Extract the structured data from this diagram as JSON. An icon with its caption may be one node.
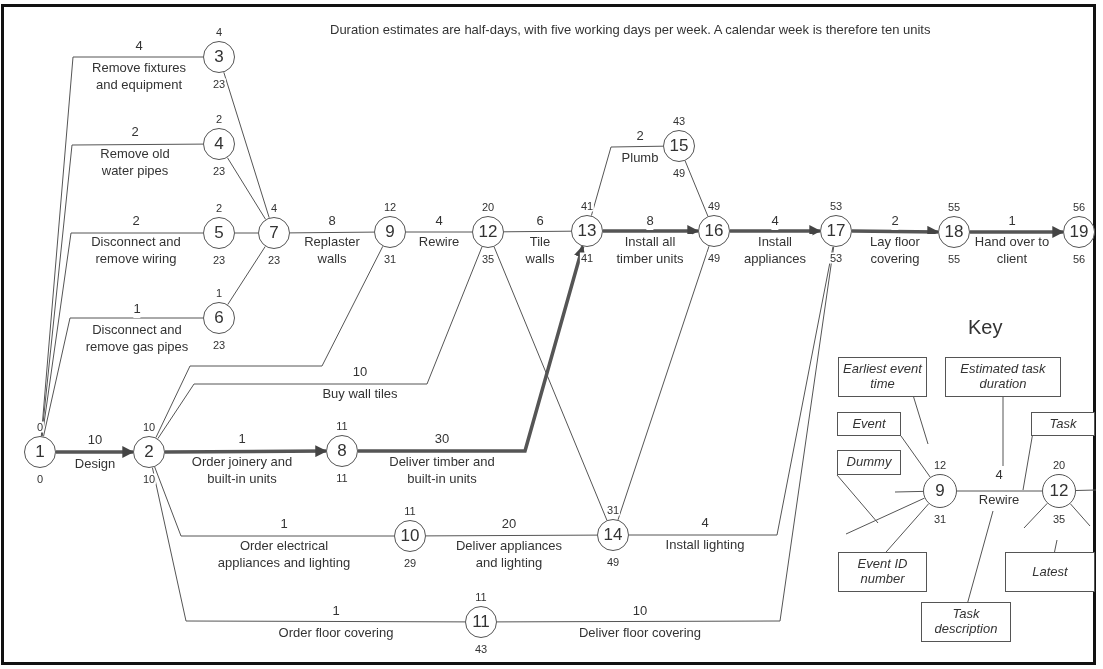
{
  "diagram": {
    "nodes": [
      {
        "text": [
          "1"
        ],
        "beside": [
          "0",
          "0"
        ]
      },
      {
        "text": [
          "2"
        ],
        "beside": [
          "10",
          "10"
        ]
      },
      {
        "text": [
          "3"
        ],
        "beside": [
          "4",
          "23"
        ]
      },
      {
        "text": [
          "4"
        ],
        "beside": [
          "2",
          "23"
        ]
      },
      {
        "text": [
          "5"
        ],
        "beside": [
          "2",
          "23"
        ]
      },
      {
        "text": [
          "6"
        ],
        "beside": [
          "1",
          "23"
        ]
      },
      {
        "text": [
          "7"
        ],
        "beside": [
          "4",
          "23"
        ]
      },
      {
        "text": [
          "8"
        ],
        "beside": [
          "11",
          "11"
        ]
      },
      {
        "text": [
          "9"
        ],
        "beside": [
          "12",
          "31"
        ]
      },
      {
        "text": [
          "10"
        ],
        "beside": [
          "11",
          "29"
        ]
      },
      {
        "text": [
          "11"
        ],
        "beside": [
          "11",
          "43"
        ]
      },
      {
        "text": [
          "12"
        ],
        "beside": [
          "20",
          "35"
        ]
      },
      {
        "text": [
          "13"
        ],
        "beside": [
          "41",
          "41"
        ]
      },
      {
        "text": [
          "14"
        ],
        "beside": [
          "31",
          "49"
        ]
      },
      {
        "text": [
          "15"
        ],
        "beside": [
          "43",
          "49"
        ]
      },
      {
        "text": [
          "16"
        ],
        "beside": [
          "49",
          "49"
        ]
      },
      {
        "text": [
          "17"
        ],
        "beside": [
          "53",
          "53"
        ]
      },
      {
        "text": [
          "18"
        ],
        "beside": [
          "55",
          "55"
        ]
      },
      {
        "text": [
          "19"
        ],
        "beside": [
          "56",
          "56"
        ]
      },
      {
        "text": [
          "Earliest event time"
        ]
      },
      {
        "text": [
          "Estimated task duration"
        ]
      },
      {
        "text": [
          "Event"
        ]
      },
      {
        "text": [
          "Task"
        ]
      },
      {
        "text": [
          "Dummy"
        ]
      },
      {
        "text": [
          "9"
        ],
        "beside": [
          "12",
          "31"
        ]
      },
      {
        "text": [
          "12"
        ],
        "beside": [
          "20",
          "35"
        ]
      },
      {
        "text": [
          "Event ID number"
        ]
      },
      {
        "text": [
          "Latest"
        ]
      },
      {
        "text": [
          "Task description"
        ]
      }
    ],
    "edges": [
      {
        "from": 0,
        "to": 1,
        "arrow": "to",
        "style": "thick",
        "label": [
          "10",
          "Design"
        ]
      },
      {
        "from": 0,
        "to": 2,
        "arrow": "none",
        "label": [
          "4",
          "Remove fixtures and equipment"
        ]
      },
      {
        "from": 0,
        "to": 3,
        "arrow": "none",
        "label": [
          "2",
          "Remove old water pipes"
        ]
      },
      {
        "from": 0,
        "to": 4,
        "arrow": "none",
        "label": [
          "2",
          "Disconnect and remove wiring"
        ]
      },
      {
        "from": 0,
        "to": 5,
        "arrow": "none",
        "label": [
          "1",
          "Disconnect and remove gas pipes"
        ]
      },
      {
        "from": 2,
        "to": 6,
        "arrow": "none"
      },
      {
        "from": 3,
        "to": 6,
        "arrow": "none"
      },
      {
        "from": 4,
        "to": 6,
        "arrow": "none"
      },
      {
        "from": 5,
        "to": 6,
        "arrow": "none"
      },
      {
        "from": 6,
        "to": 8,
        "arrow": "none",
        "label": [
          "8",
          "Replaster walls"
        ]
      },
      {
        "from": 8,
        "to": 11,
        "arrow": "none",
        "label": [
          "4",
          "Rewire"
        ]
      },
      {
        "from": 11,
        "to": 12,
        "arrow": "none",
        "label": [
          "6",
          "Tile walls"
        ]
      },
      {
        "from": 12,
        "to": 14,
        "arrow": "none",
        "label": [
          "2",
          "Plumb"
        ]
      },
      {
        "from": 14,
        "to": 15,
        "arrow": "none"
      },
      {
        "from": 12,
        "to": 15,
        "arrow": "to",
        "style": "thick",
        "label": [
          "8",
          "Install all timber units"
        ]
      },
      {
        "from": 15,
        "to": 16,
        "arrow": "to",
        "style": "thick",
        "label": [
          "4",
          "Install appliances"
        ]
      },
      {
        "from": 16,
        "to": 17,
        "arrow": "to",
        "style": "thick",
        "label": [
          "2",
          "Lay floor covering"
        ]
      },
      {
        "from": 17,
        "to": 18,
        "arrow": "to",
        "style": "thick",
        "label": [
          "1",
          "Hand over to client"
        ]
      },
      {
        "from": 1,
        "to": 7,
        "arrow": "to",
        "style": "thick",
        "label": [
          "1",
          "Order joinery and built-in units"
        ]
      },
      {
        "from": 7,
        "to": 12,
        "arrow": "to",
        "style": "thick",
        "label": [
          "30",
          "Deliver timber and built-in units"
        ]
      },
      {
        "from": 1,
        "to": 8,
        "arrow": "none"
      },
      {
        "from": 1,
        "to": 11,
        "arrow": "none",
        "label": [
          "10",
          "Buy wall tiles"
        ]
      },
      {
        "from": 1,
        "to": 9,
        "arrow": "none",
        "label": [
          "1",
          "Order electrical appliances and lighting"
        ]
      },
      {
        "from": 9,
        "to": 13,
        "arrow": "none",
        "label": [
          "20",
          "Deliver appliances and lighting"
        ]
      },
      {
        "from": 1,
        "to": 10,
        "arrow": "none",
        "label": [
          "1",
          "Order floor covering"
        ]
      },
      {
        "from": 10,
        "to": 16,
        "arrow": "none",
        "label": [
          "10",
          "Deliver floor covering"
        ]
      },
      {
        "from": 11,
        "to": 13,
        "arrow": "none"
      },
      {
        "from": 13,
        "to": 15,
        "arrow": "none"
      },
      {
        "from": 13,
        "to": 16,
        "arrow": "none",
        "label": [
          "4",
          "Install lighting"
        ]
      },
      {
        "from": 24,
        "to": 25,
        "arrow": "none",
        "label": [
          "4",
          "Rewire"
        ]
      },
      {
        "from": null,
        "to": 24,
        "arrow": "none"
      },
      {
        "from": 24,
        "to": null,
        "arrow": "none"
      },
      {
        "from": 25,
        "to": null,
        "arrow": "none"
      },
      {
        "from": 25,
        "to": null,
        "arrow": "none"
      },
      {
        "from": 25,
        "to": null,
        "arrow": "none"
      },
      {
        "from": 19,
        "to": null,
        "arrow": "none"
      },
      {
        "from": 20,
        "to": null,
        "arrow": "none"
      },
      {
        "from": 21,
        "to": 24,
        "arrow": "none"
      },
      {
        "from": 22,
        "to": null,
        "arrow": "none"
      },
      {
        "from": 23,
        "to": null,
        "arrow": "none"
      },
      {
        "from": 26,
        "to": 24,
        "arrow": "none"
      },
      {
        "from": 27,
        "to": null,
        "arrow": "none"
      },
      {
        "from": 28,
        "to": null,
        "arrow": "none"
      }
    ],
    "labels": [
      "Duration estimates are half-days, with five working days per week. A calendar week is therefore ten units",
      "Key"
    ]
  }
}
